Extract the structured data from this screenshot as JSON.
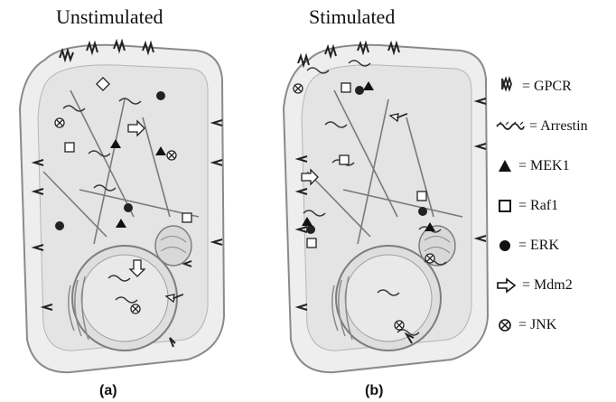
{
  "panels": [
    {
      "title": "Unstimulated",
      "label": "(a)"
    },
    {
      "title": "Stimulated",
      "label": "(b)"
    }
  ],
  "legend": [
    {
      "icon": "gpcr-icon",
      "text": "= GPCR"
    },
    {
      "icon": "arrestin-icon",
      "text": "= Arrestin"
    },
    {
      "icon": "filled-triangle-icon",
      "text": "= MEK1"
    },
    {
      "icon": "open-square-icon",
      "text": "= Raf1"
    },
    {
      "icon": "filled-circle-icon",
      "text": "= ERK"
    },
    {
      "icon": "open-arrow-icon",
      "text": "= Mdm2"
    },
    {
      "icon": "circled-x-icon",
      "text": "= JNK"
    }
  ]
}
